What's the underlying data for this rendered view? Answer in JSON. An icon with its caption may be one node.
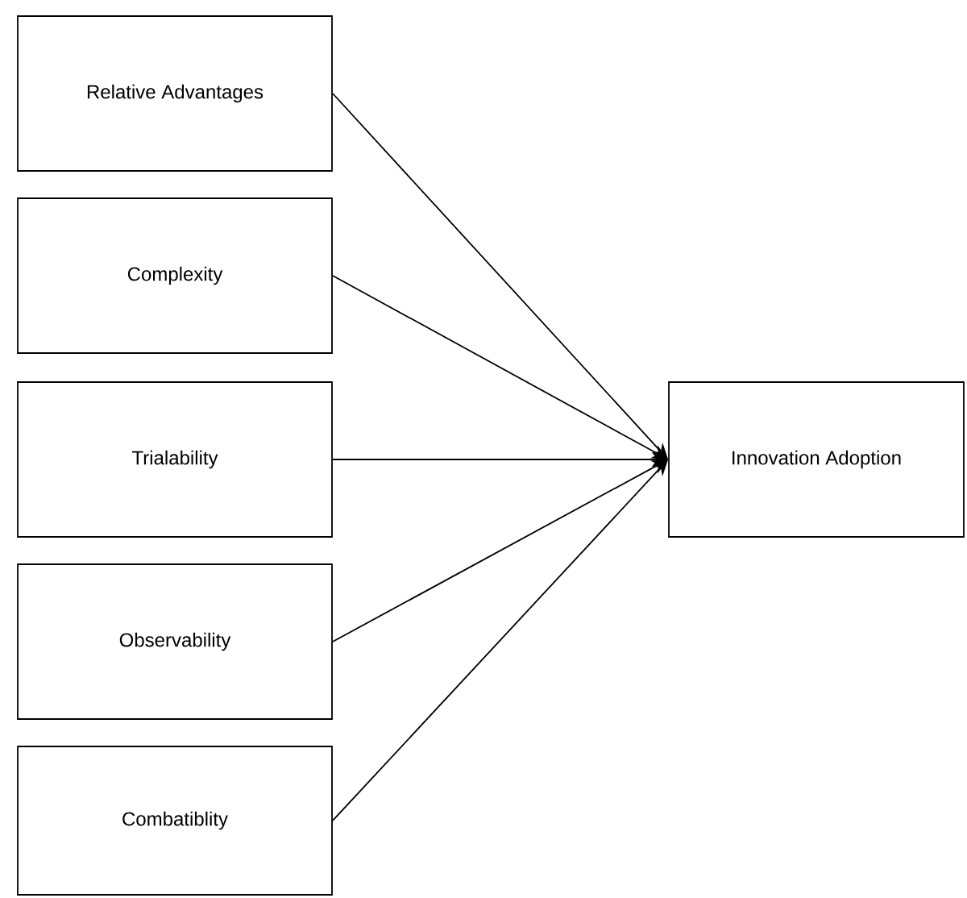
{
  "diagram": {
    "nodes": [
      {
        "text": [
          "Relative Advantages"
        ]
      },
      {
        "text": [
          "Complexity"
        ]
      },
      {
        "text": [
          "Trialability"
        ]
      },
      {
        "text": [
          "Observability"
        ]
      },
      {
        "text": [
          "Combatiblity"
        ]
      },
      {
        "text": [
          "Innovation Adoption"
        ]
      }
    ],
    "edges": [
      {
        "from": 0,
        "to": 5,
        "arrow": "to"
      },
      {
        "from": 1,
        "to": 5,
        "arrow": "to"
      },
      {
        "from": 2,
        "to": 5,
        "arrow": "to"
      },
      {
        "from": 3,
        "to": 5,
        "arrow": "to"
      },
      {
        "from": 4,
        "to": 5,
        "arrow": "to"
      }
    ]
  }
}
